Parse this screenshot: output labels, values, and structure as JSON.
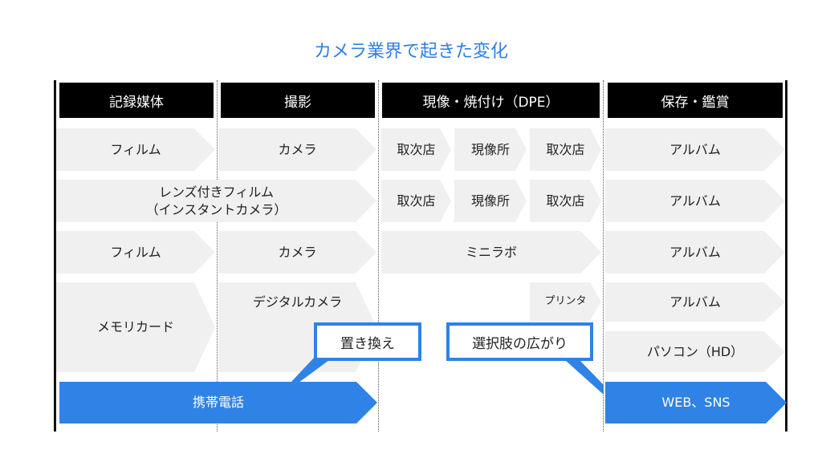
{
  "title": "カメラ業界で起きた変化",
  "headers": [
    "記録媒体",
    "撮影",
    "現像・焼付け（DPE）",
    "保存・鑑賞"
  ],
  "rows": {
    "r1": {
      "media": "フィルム",
      "shoot": "カメラ",
      "dpe": [
        "取次店",
        "現像所",
        "取次店"
      ],
      "save": "アルバム"
    },
    "r2": {
      "media": "レンズ付きフィルム\n（インスタントカメラ）",
      "dpe": [
        "取次店",
        "現像所",
        "取次店"
      ],
      "save": "アルバム"
    },
    "r3": {
      "media": "フィルム",
      "shoot": "カメラ",
      "dpe": "ミニラボ",
      "save": "アルバム"
    },
    "r4": {
      "media": "メモリカード",
      "shoot": "デジタルカメラ",
      "printer": "プリンタ",
      "save": "アルバム",
      "save2": "パソコン（HD）"
    },
    "r5": {
      "media": "携帯電話",
      "save": "WEB、SNS"
    }
  },
  "callouts": {
    "replace": "置き換え",
    "expand": "選択肢の広がり"
  },
  "colors": {
    "accent": "#2f82e6",
    "title": "#2f7fe0"
  }
}
